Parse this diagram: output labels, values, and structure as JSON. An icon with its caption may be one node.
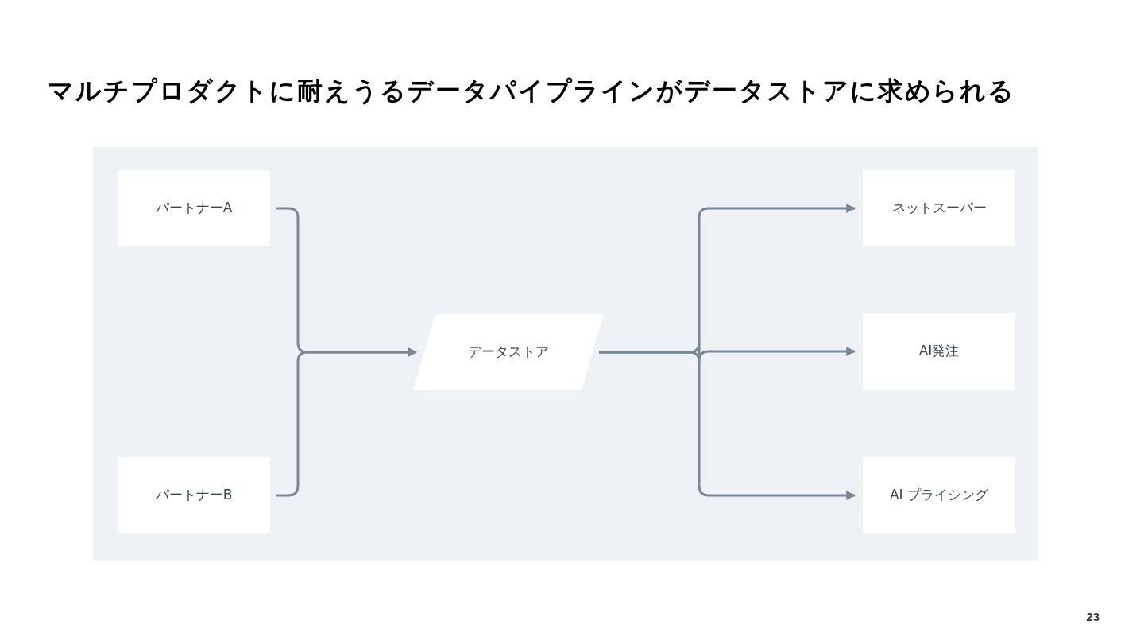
{
  "diagram": {
    "title": "マルチプロダクトに耐えうるデータパイプラインがデータストアに求められる",
    "nodes": [
      {
        "text": [
          "パートナーA"
        ]
      },
      {
        "text": [
          "パートナーB"
        ]
      },
      {
        "text": [
          "データストア"
        ]
      },
      {
        "text": [
          "ネットスーパー"
        ]
      },
      {
        "text": [
          "AI発注"
        ]
      },
      {
        "text": [
          "AI プライシング"
        ]
      }
    ],
    "edges": [
      {
        "from": 0,
        "to": 2,
        "arrow": "to"
      },
      {
        "from": 1,
        "to": 2,
        "arrow": "to"
      },
      {
        "from": 2,
        "to": 3,
        "arrow": "to"
      },
      {
        "from": 2,
        "to": 4,
        "arrow": "to"
      },
      {
        "from": 2,
        "to": 5,
        "arrow": "to"
      }
    ],
    "labels": [
      "23"
    ]
  }
}
